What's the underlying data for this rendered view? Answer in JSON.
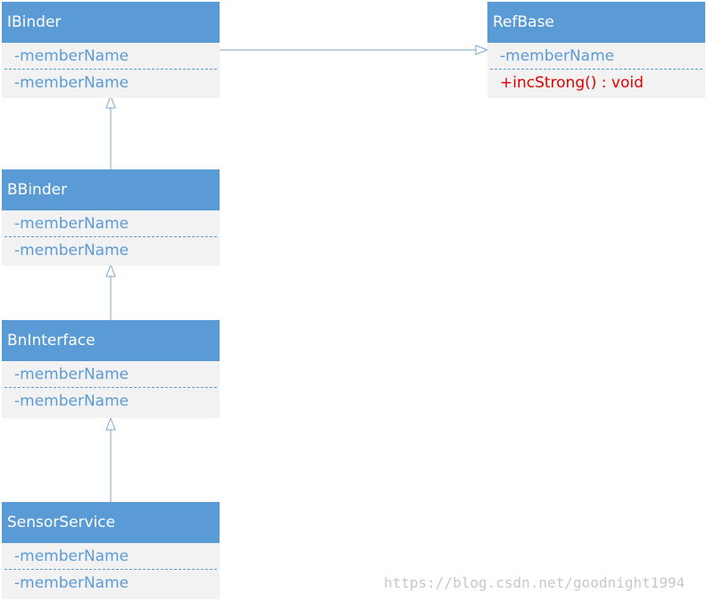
{
  "diagram": {
    "classes": [
      {
        "id": "ibinder",
        "name": "IBinder",
        "rows": [
          "-memberName",
          "-memberName"
        ],
        "methods": []
      },
      {
        "id": "refbase",
        "name": "RefBase",
        "rows": [
          "-memberName"
        ],
        "methods": [
          "+incStrong() : void"
        ]
      },
      {
        "id": "bbinder",
        "name": "BBinder",
        "rows": [
          "-memberName",
          "-memberName"
        ],
        "methods": []
      },
      {
        "id": "bninterface",
        "name": "BnInterface",
        "rows": [
          "-memberName",
          "-memberName"
        ],
        "methods": []
      },
      {
        "id": "sensorservice",
        "name": "SensorService",
        "rows": [
          "-memberName",
          "-memberName"
        ],
        "methods": []
      }
    ],
    "relations": [
      {
        "from": "ibinder",
        "to": "refbase",
        "type": "generalization"
      },
      {
        "from": "bbinder",
        "to": "ibinder",
        "type": "generalization"
      },
      {
        "from": "bninterface",
        "to": "bbinder",
        "type": "generalization"
      },
      {
        "from": "sensorservice",
        "to": "bninterface",
        "type": "generalization"
      }
    ],
    "colors": {
      "header": "#5b9bd5",
      "body": "#f2f2f2",
      "member_text": "#5b9bd5",
      "method_text": "#e00000",
      "connector": "#7fa7cf"
    }
  },
  "watermark": "https://blog.csdn.net/goodnight1994"
}
